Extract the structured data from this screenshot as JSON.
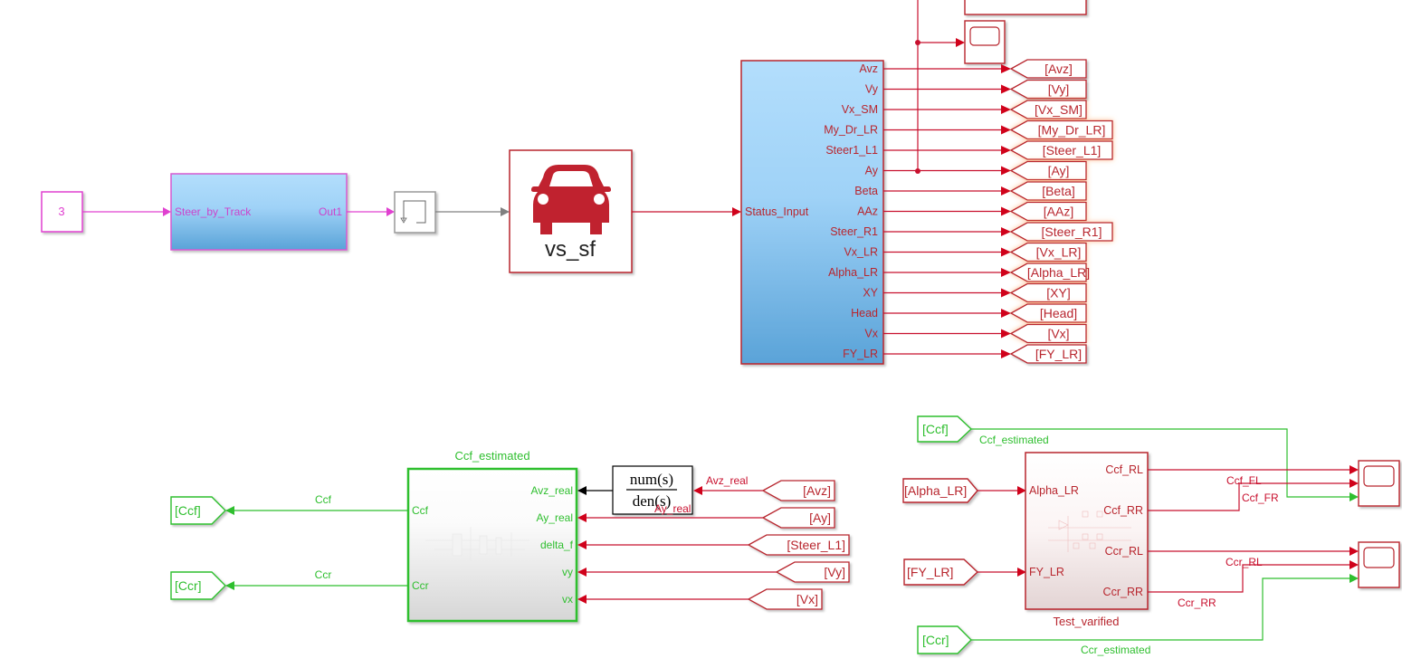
{
  "colors": {
    "red": "#c8102e",
    "dark_red": "#b8262e",
    "magenta": "#e040d0",
    "green": "#2fbf2f",
    "gray": "#808080"
  },
  "top_chain": {
    "constant_value": "3",
    "steer_block": {
      "input_port": "Steer_by_Track",
      "output_port": "Out1"
    },
    "vehicle_block": {
      "label": "vs_sf",
      "icon": "car-icon"
    },
    "status_block": {
      "input_port": "Status_Input",
      "outputs": [
        "Avz",
        "Vy",
        "Vx_SM",
        "My_Dr_LR",
        "Steer1_L1",
        "Ay",
        "Beta",
        "AAz",
        "Steer_R1",
        "Vx_LR",
        "Alpha_LR",
        "XY",
        "Head",
        "Vx",
        "FY_LR"
      ],
      "goto_tags": [
        "[Avz]",
        "[Vy]",
        "[Vx_SM]",
        "[My_Dr_LR]",
        "[Steer_L1]",
        "[Ay]",
        "[Beta]",
        "[AAz]",
        "[Steer_R1]",
        "[Vx_LR]",
        "[Alpha_LR]",
        "[XY]",
        "[Head]",
        "[Vx]",
        "[FY_LR]"
      ]
    }
  },
  "estimator": {
    "title": "Ccf_estimated",
    "outputs": [
      "Ccf",
      "Ccr"
    ],
    "inputs": [
      "Avz_real",
      "Ay_real",
      "delta_f",
      "vy",
      "vx"
    ],
    "goto_outputs": [
      "[Ccf]",
      "[Ccr]"
    ],
    "signal_labels": {
      "ccf": "Ccf",
      "ccr": "Ccr",
      "avz_real": "Avz_real",
      "ay_real": "Ay_real"
    },
    "transfer_fcn": {
      "num": "num(s)",
      "den": "den(s)"
    },
    "from_tags": [
      "[Avz]",
      "[Ay]",
      "[Steer_L1]",
      "[Vy]",
      "[Vx]"
    ]
  },
  "verifier": {
    "title": "Test_varified",
    "inputs": [
      "Alpha_LR",
      "FY_LR"
    ],
    "outputs": [
      "Ccf_RL",
      "Ccf_RR",
      "Ccr_RL",
      "Ccr_RR"
    ],
    "from_tags": [
      "[Alpha_LR]",
      "[FY_LR]"
    ],
    "green_from_tags": [
      "[Ccf]",
      "[Ccr]"
    ],
    "signal_labels": {
      "ccf_estimated": "Ccf_estimated",
      "ccr_estimated": "Ccr_estimated",
      "ccf_fl": "Ccf_FL",
      "ccf_fr": "Ccf_FR",
      "ccr_rl": "Ccr_RL",
      "ccr_rr": "Ccr_RR"
    }
  }
}
